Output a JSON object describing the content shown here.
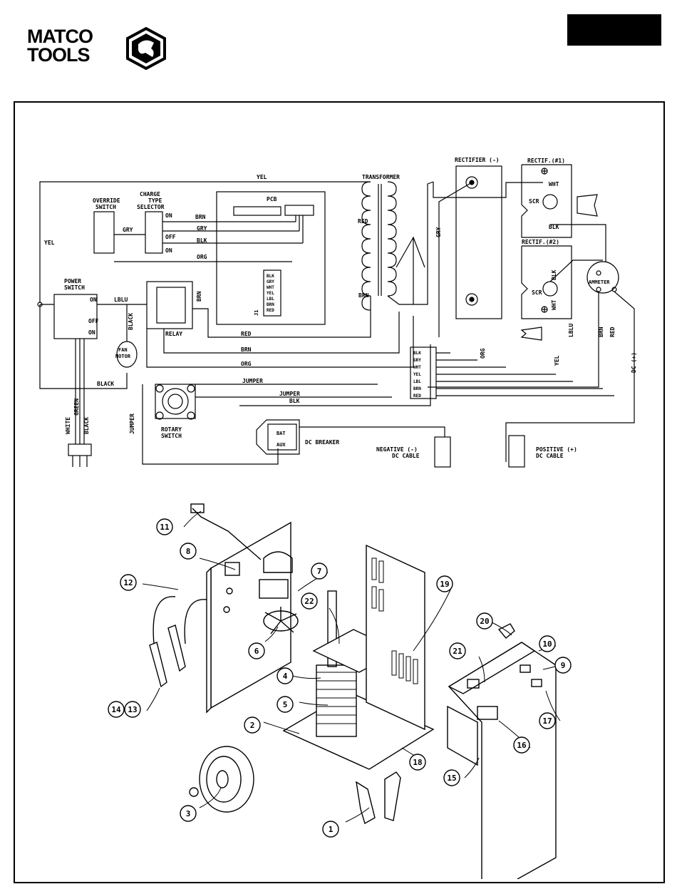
{
  "brand": {
    "line1": "MATCO",
    "line2": "TOOLS"
  },
  "schematic": {
    "labels": {
      "yel_top": "YEL",
      "transformer": "TRANSFORMER",
      "rectifier_neg": "RECTIFIER (-)",
      "rectif1": "RECTIF.(#1)",
      "rectif2": "RECTIF.(#2)",
      "charge_type_selector": [
        "CHARGE",
        "TYPE",
        "SELECTOR"
      ],
      "override_switch": [
        "OVERRIDE",
        "SWITCH"
      ],
      "pcb": "PCB",
      "power_switch": [
        "POWER",
        "SWITCH"
      ],
      "yel_left": "YEL",
      "lblu": "LBLU",
      "relay": "RELAY",
      "fan_motor": [
        "FAN",
        "MOTOR"
      ],
      "rotary_switch": [
        "ROTARY",
        "SWITCH"
      ],
      "dc_breaker": "DC BREAKER",
      "negative_cable": [
        "NEGATIVE (-)",
        "DC CABLE"
      ],
      "positive_cable": [
        "POSITIVE (+)",
        "DC CABLE"
      ],
      "ammeter": "AMMETER",
      "scr": "SCR",
      "wht": "WHT",
      "blk": "BLK",
      "on": "ON",
      "off": "OFF",
      "gry": "GRY",
      "red": "RED",
      "brn": "BRN",
      "org": "ORG",
      "black": "BLACK",
      "jumper": "JUMPER",
      "white": "WHITE",
      "green": "GREEN",
      "dc_plus": "DC (+)",
      "bat": "BAT",
      "aux": "AUX",
      "j1": "J1"
    },
    "wire_names": {
      "selector_on": "BRN",
      "selector_mid": "GRY",
      "selector_off": "BLK",
      "selector_bottom": "ORG",
      "relay_red": "RED",
      "relay_brn": "BRN",
      "relay_org": "ORG",
      "jumper_1": "JUMPER",
      "jumper_2": "JUMPER",
      "breaker_blk": "BLK"
    },
    "connector_pins": [
      "BLK",
      "GRY",
      "WHT",
      "YEL",
      "LBL",
      "BRN",
      "RED"
    ],
    "terminal_block_pins": [
      "BLK",
      "GRY",
      "WHT",
      "YEL",
      "LBL",
      "BRN",
      "RED"
    ]
  },
  "callouts": [
    "1",
    "2",
    "3",
    "4",
    "5",
    "6",
    "7",
    "8",
    "9",
    "10",
    "11",
    "12",
    "13",
    "14",
    "15",
    "16",
    "17",
    "18",
    "19",
    "20",
    "21",
    "22"
  ]
}
